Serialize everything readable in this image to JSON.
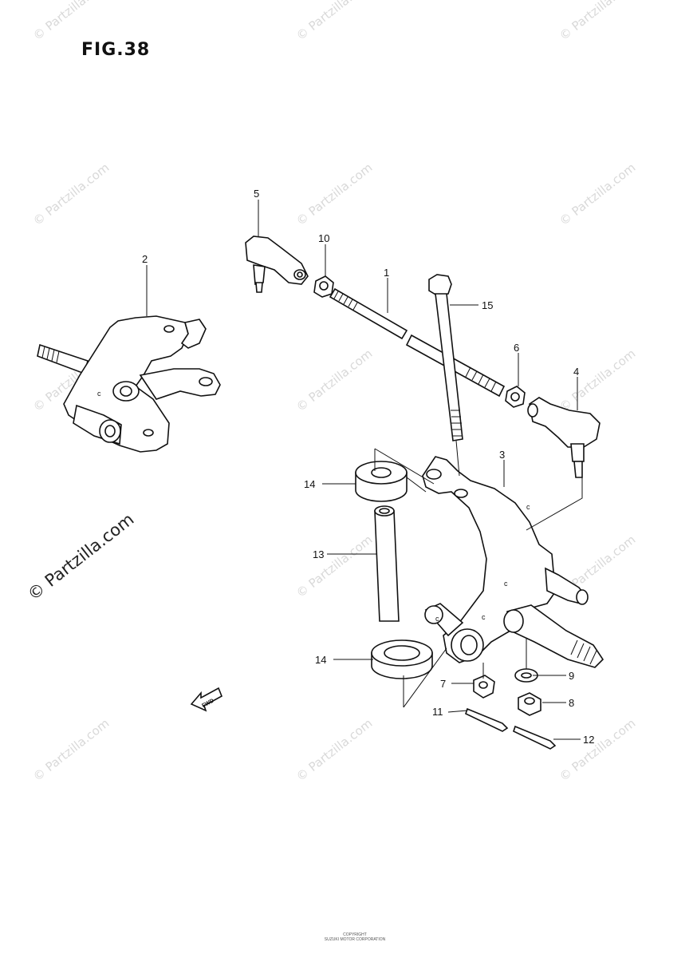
{
  "title": "FIG.38",
  "watermark": "© Partzilla.com",
  "fwd_label": "FWD",
  "footer": [
    "COPYRIGHT",
    "SUZUKI MOTOR CORPORATION"
  ],
  "callouts": [
    {
      "id": "1",
      "label": "1"
    },
    {
      "id": "2",
      "label": "2"
    },
    {
      "id": "3",
      "label": "3"
    },
    {
      "id": "4",
      "label": "4"
    },
    {
      "id": "5",
      "label": "5"
    },
    {
      "id": "6",
      "label": "6"
    },
    {
      "id": "7",
      "label": "7"
    },
    {
      "id": "8",
      "label": "8"
    },
    {
      "id": "9",
      "label": "9"
    },
    {
      "id": "10",
      "label": "10"
    },
    {
      "id": "11",
      "label": "11"
    },
    {
      "id": "12",
      "label": "12"
    },
    {
      "id": "13",
      "label": "13"
    },
    {
      "id": "14a",
      "label": "14"
    },
    {
      "id": "14b",
      "label": "14"
    },
    {
      "id": "15",
      "label": "15"
    }
  ]
}
